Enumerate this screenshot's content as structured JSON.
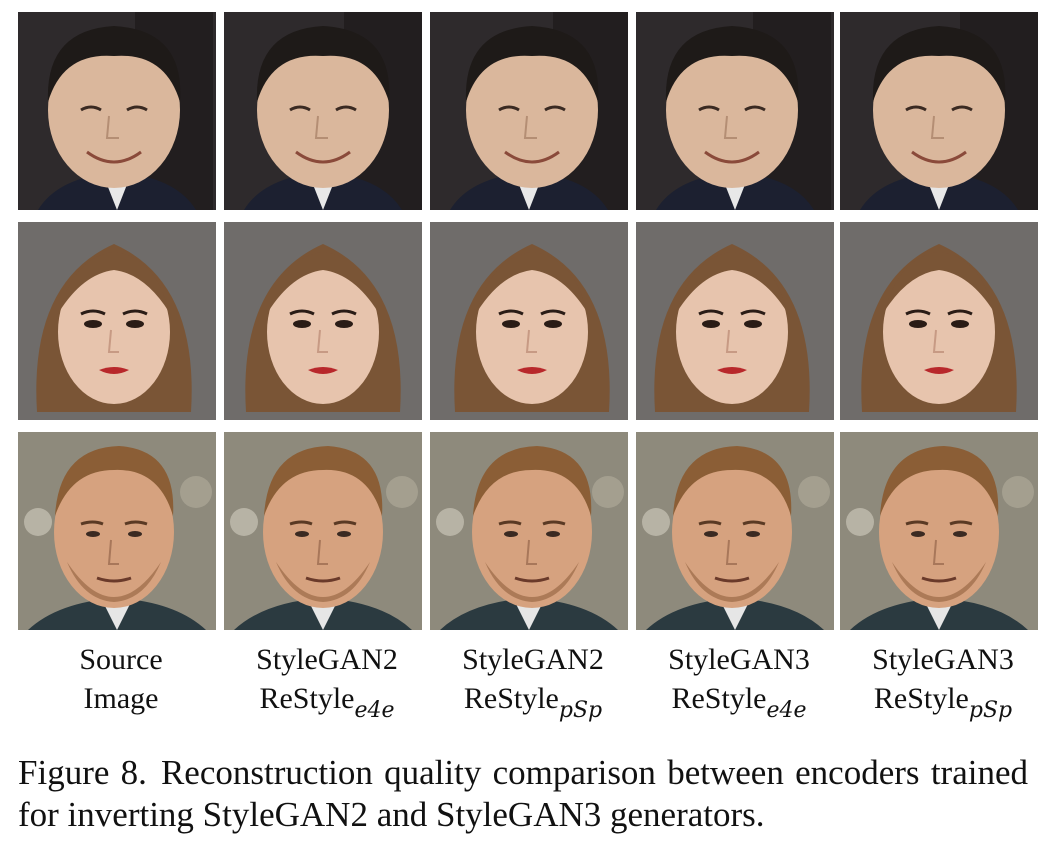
{
  "figure": {
    "columns": [
      {
        "line1": "Source",
        "line2": "Image",
        "sub": ""
      },
      {
        "line1": "StyleGAN2",
        "line2": "ReStyle",
        "sub": "e4e"
      },
      {
        "line1": "StyleGAN2",
        "line2": "ReStyle",
        "sub": "pSp"
      },
      {
        "line1": "StyleGAN3",
        "line2": "ReStyle",
        "sub": "e4e"
      },
      {
        "line1": "StyleGAN3",
        "line2": "ReStyle",
        "sub": "pSp"
      }
    ],
    "caption_label": "Figure 8.",
    "caption_text": "Reconstruction quality comparison between encoders trained for inverting StyleGAN2 and StyleGAN3 generators."
  },
  "colors": {
    "man1_bg": "#2e2a2c",
    "man1_skin": "#dab79c",
    "man1_hair": "#1e1a18",
    "man1_suit": "#1c2030",
    "woman_bg": "#6f6c6a",
    "woman_skin": "#e7c4ad",
    "woman_hair": "#7a5536",
    "woman_lips": "#b8282b",
    "man2_bg": "#8e8a7c",
    "man2_skin": "#d6a27f",
    "man2_hair": "#8b5e36",
    "man2_suit": "#2b3a40"
  }
}
